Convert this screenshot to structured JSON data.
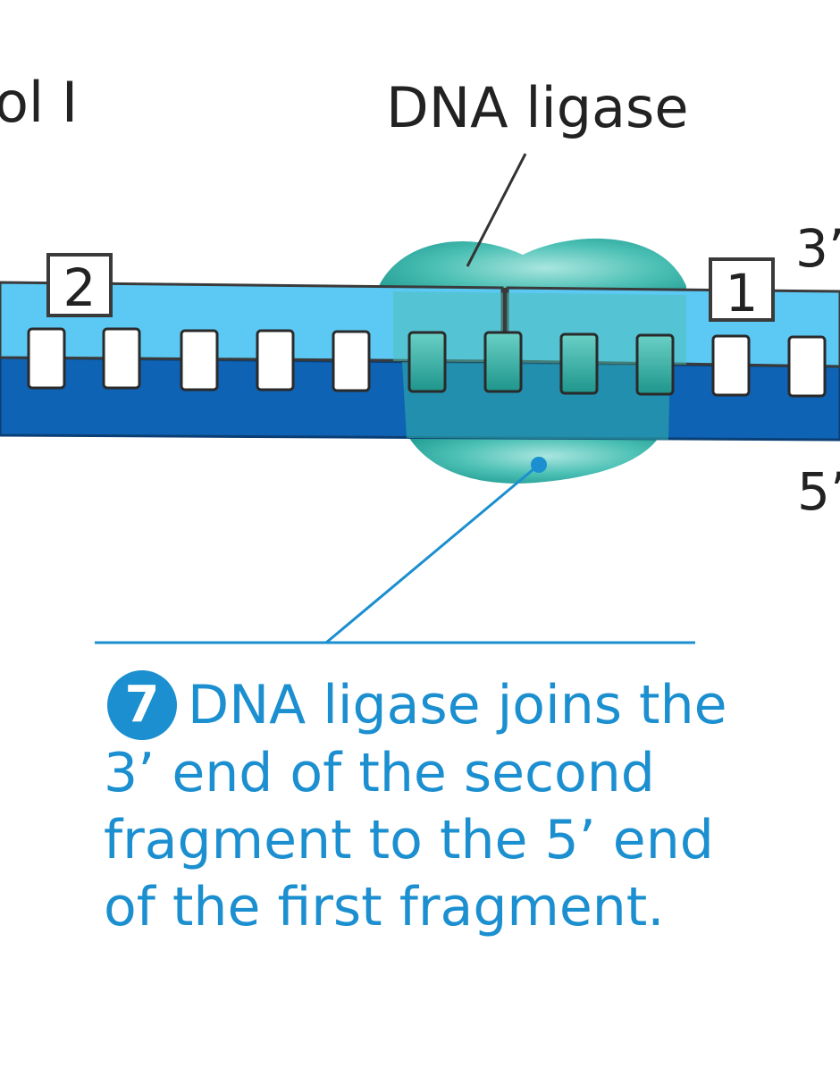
{
  "labels": {
    "pol_fragment": "ol I",
    "enzyme": "DNA ligase",
    "end_top_right": "3’",
    "end_bottom_right": "5’",
    "fragment_2": "2",
    "fragment_1": "1"
  },
  "caption": {
    "step_number": "7",
    "text": "DNA ligase joins the 3’ end of the second fragment to the 5’ end of the first fragment."
  },
  "colors": {
    "template_strand": "#0f63b4",
    "new_strand": "#5cc9f4",
    "ligase": "#34b5aa",
    "caption_text": "#1b8fcf",
    "base_white": "#ffffff",
    "base_teal": "#1f9f95"
  }
}
